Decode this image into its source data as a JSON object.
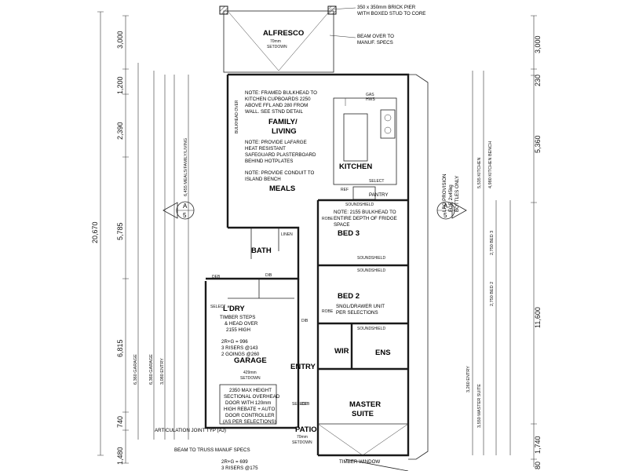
{
  "top_notes": {
    "brick_pier_1": "350 x 350mm BRICK PIER",
    "brick_pier_2": "WITH BOXED STUD TO CORE",
    "beam_1": "BEAM OVER TO",
    "beam_2": "MANUF. SPECS"
  },
  "rooms": {
    "alfresco": "ALFRESCO",
    "alfresco_setdown_1": "70mm",
    "alfresco_setdown_2": "SETDOWN",
    "family": "FAMILY/",
    "living": "LIVING",
    "kitchen": "KITCHEN",
    "meals": "MEALS",
    "pantry": "PANTRY",
    "bath": "BATH",
    "bed3": "BED 3",
    "bed2": "BED 2",
    "ldry": "L'DRY",
    "garage": "GARAGE",
    "garage_setdown_1": "429mm",
    "garage_setdown_2": "SETDOWN",
    "entry": "ENTRY",
    "wir": "WIR",
    "ens": "ENS",
    "master_1": "MASTER",
    "master_2": "SUITE",
    "patio": "PATIO",
    "patio_setdown_1": "70mm",
    "patio_setdown_2": "SETDOWN"
  },
  "notes": {
    "kitchen_1": "NOTE: FRAMED BULKHEAD TO",
    "kitchen_2": "KITCHEN CUPBOARDS 2250",
    "kitchen_3": "ABOVE FFL AND 280 FROM",
    "kitchen_4": "WALL. SEE STND DETAIL",
    "lafarge_1": "NOTE: PROVIDE LAFARGE",
    "lafarge_2": "HEAT RESISTANT",
    "lafarge_3": "SAFEGUARD PLASTERBOARD",
    "lafarge_4": "BEHIND HOTPLATES",
    "conduit_1": "NOTE: PROVIDE CONDUIT TO",
    "conduit_2": "ISLAND BENCH",
    "fridge_1": "NOTE: 2155 BULKHEAD TO",
    "fridge_2": "ENTIRE DEPTH OF FRIDGE",
    "fridge_3": "SPACE",
    "bed2_unit_1": "SNGL/DRAWER UNIT",
    "bed2_unit_2": "PER SELECTIONS",
    "timber_steps": "TIMBER STEPS",
    "head_over_1": "& HEAD OVER",
    "head_over_2": "2155 HIGH",
    "stair_1": "2R+G = 996",
    "stair_2": "3 RISERS @143",
    "stair_3": "2 GOINGS @260",
    "door_1": "2350 MAX HEIGHT",
    "door_2": "SECTIONAL OVERHEAD",
    "door_3": "DOOR WITH 120mm",
    "door_4": "HIGH REBATE + AUTO",
    "door_5": "DOOR CONTROLLER",
    "door_6": "(AS PER SELECTIONS)",
    "articulation": "ARTICULATION JOINT TYP (AJ)",
    "beam_truss": "BEAM TO TRUSS MANUF SPECS",
    "timber_window": "TIMBER WINDOW",
    "bottom_stair_1": "2R+G = 699",
    "bottom_stair_2": "3 RISERS @175",
    "lpg_1": "LPG PROVISION",
    "lpg_2": "FOR 2x45kg",
    "lpg_3": "BOTTLES ONLY",
    "gas_1": "GAS",
    "gas_2": "HWS",
    "soundshield": "SOUNDSHIELD",
    "select": "SELECT",
    "deb": "DEB",
    "dib": "DIB",
    "ref": "REF",
    "robe": "ROBE",
    "linen": "LINEN",
    "bulkhead": "BULKHEAD OVER"
  },
  "sections": {
    "left_letter": "A",
    "left_number": "5",
    "right_letter": "A",
    "right_number": "5"
  },
  "dimensions": {
    "overall": "20,670",
    "left_upper": [
      "3,000",
      "1,200",
      "2,390",
      "5,785"
    ],
    "left_lower": [
      "6,815",
      "740",
      "1,480"
    ],
    "right_upper": [
      "3,000",
      "230",
      "5,360"
    ],
    "right_lower": [
      "11,600",
      "1,740",
      "80"
    ],
    "left_rot": [
      "6,455 MEALS/FAMILY/LIVING",
      "6,360 GARAGE",
      "6,360 GARAGE",
      "3,080 ENTRY"
    ],
    "right_rot": [
      "5,535 KITCHEN",
      "4,980 KITCHEN BENCH",
      "2,750 BED 3",
      "2,750 BED 2",
      "3,260 ENTRY",
      "3,550 MASTER SUITE"
    ]
  }
}
